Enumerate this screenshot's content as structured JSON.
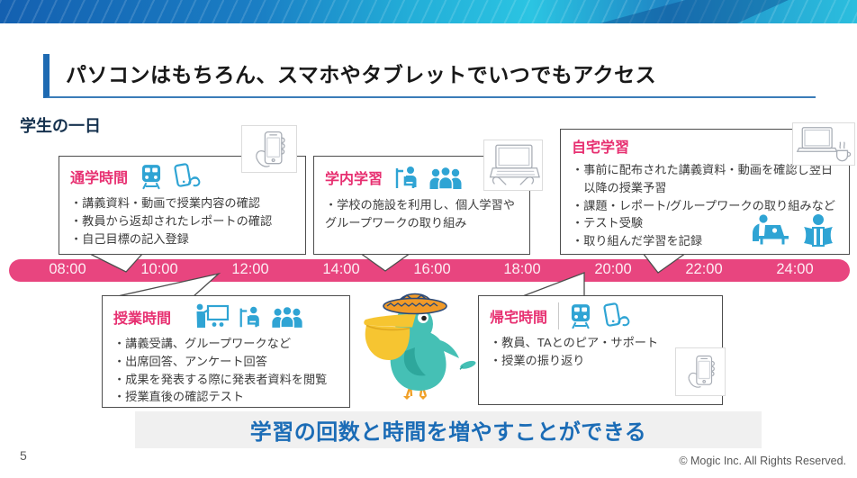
{
  "header": {
    "title": "パソコンはもちろん、スマホやタブレットでいつでもアクセス"
  },
  "section_label": "学生の一日",
  "timeline": {
    "times": [
      "08:00",
      "10:00",
      "12:00",
      "14:00",
      "16:00",
      "18:00",
      "20:00",
      "22:00",
      "24:00"
    ],
    "bar_color": "#e8457f"
  },
  "boxes": {
    "commute": {
      "title": "通学時間",
      "icons": [
        "train-icon",
        "phone-tap-icon"
      ],
      "items": [
        "・講義資料・動画で授業内容の確認",
        "・教員から返却されたレポートの確認",
        "・自己目標の記入登録"
      ]
    },
    "campus": {
      "title": "学内学習",
      "icons": [
        "desk-person-icon",
        "group-icon"
      ],
      "items": [
        "・学校の施設を利用し、個人学習やグループワークの取り組み"
      ]
    },
    "home": {
      "title": "自宅学習",
      "icons": [
        "person-laptop-icon",
        "person-reading-icon"
      ],
      "items": [
        "・事前に配布された講義資料・動画を確認し翌日以降の授業予習",
        "・課題・レポート/グループワークの取り組みなど",
        "・テスト受験",
        "・取り組んだ学習を記録"
      ]
    },
    "class": {
      "title": "授業時間",
      "icons": [
        "presenter-icon",
        "desk-person-icon",
        "group-icon"
      ],
      "items": [
        "・講義受講、グループワークなど",
        "・出席回答、アンケート回答",
        "・成果を発表する際に発表者資料を閲覧",
        "・授業直後の確認テスト"
      ]
    },
    "return": {
      "title": "帰宅時間",
      "icons": [
        "train-icon",
        "phone-tap-icon"
      ],
      "items": [
        "・教員、TAとのピア・サポート",
        "・授業の振り返り"
      ]
    }
  },
  "banner": {
    "text": "学習の回数と時間を増やすことができる"
  },
  "footer": {
    "page": "5",
    "copyright": "© Mogic Inc. All Rights Reserved."
  },
  "colors": {
    "accent_pink": "#e73071",
    "bar_pink": "#e8457f",
    "icon_blue": "#2fa4d4",
    "banner_blue": "#1b6cb6",
    "underline_blue": "#3a7cb8"
  }
}
